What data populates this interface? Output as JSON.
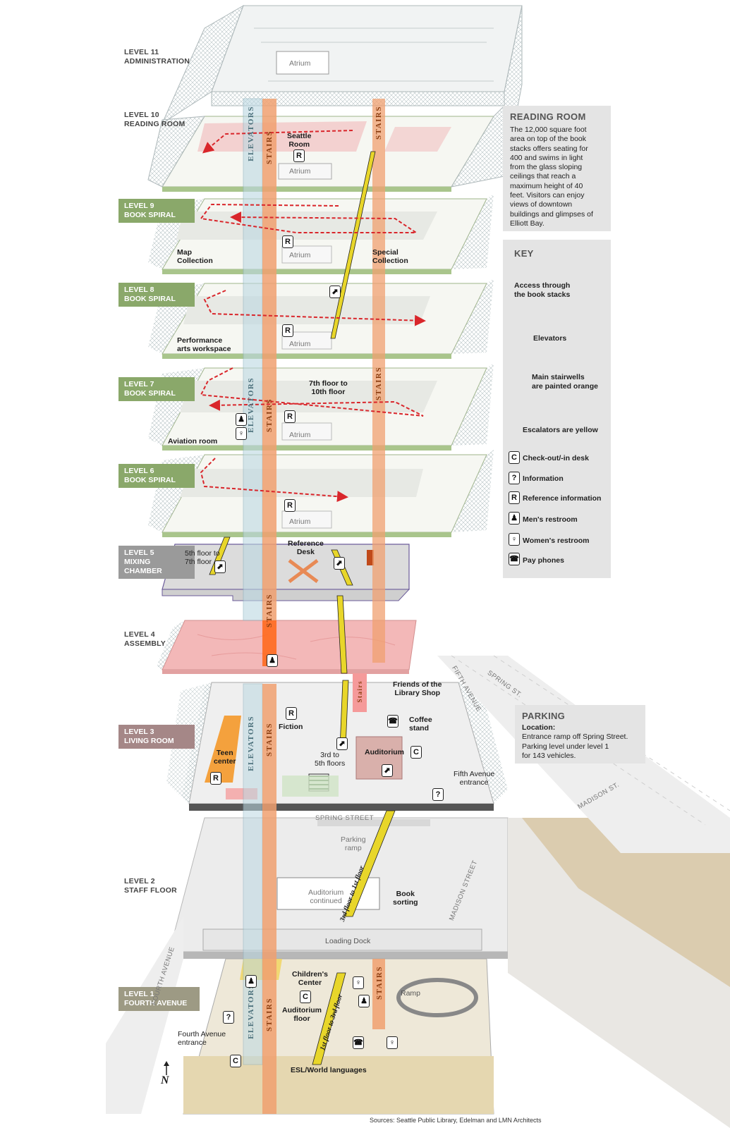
{
  "levels": [
    {
      "id": "l11",
      "line1": "LEVEL 11",
      "line2": "ADMINISTRATION",
      "style": "plain"
    },
    {
      "id": "l10",
      "line1": "LEVEL 10",
      "line2": "READING ROOM",
      "style": "plain"
    },
    {
      "id": "l9",
      "line1": "LEVEL 9",
      "line2": "BOOK SPIRAL",
      "style": "green"
    },
    {
      "id": "l8",
      "line1": "LEVEL 8",
      "line2": "BOOK SPIRAL",
      "style": "green"
    },
    {
      "id": "l7",
      "line1": "LEVEL 7",
      "line2": "BOOK SPIRAL",
      "style": "green"
    },
    {
      "id": "l6",
      "line1": "LEVEL 6",
      "line2": "BOOK SPIRAL",
      "style": "green"
    },
    {
      "id": "l5",
      "line1": "LEVEL 5",
      "line2": "MIXING",
      "line3": "CHAMBER",
      "style": "grey"
    },
    {
      "id": "l4",
      "line1": "LEVEL 4",
      "line2": "ASSEMBLY",
      "style": "plain"
    },
    {
      "id": "l3",
      "line1": "LEVEL 3",
      "line2": "LIVING ROOM",
      "style": "mauve"
    },
    {
      "id": "l2",
      "line1": "LEVEL 2",
      "line2": "STAFF FLOOR",
      "style": "plain"
    },
    {
      "id": "l1",
      "line1": "LEVEL 1",
      "line2": "FOURTH AVENUE",
      "style": "olive"
    }
  ],
  "reading_room_box": {
    "title": "READING ROOM",
    "body": "The 12,000 square foot area on top of the book stacks offers seating for 400 and swims in light from the glass sloping ceilings that reach a maximum height of 40 feet. Visitors can enjoy views of downtown buildings and glimpses of Elliott Bay.",
    "lines": [
      "The 12,000 square foot",
      "area on top of the book",
      "stacks offers seating for",
      "400 and swims in light",
      "from the glass sloping",
      "ceilings that reach a",
      "maximum height of 40",
      "feet. Visitors can enjoy",
      "views of downtown",
      "buildings and glimpses of",
      "Elliott Bay."
    ]
  },
  "key": {
    "title": "KEY",
    "items": [
      {
        "label": "Access through\nthe book stacks",
        "icon": "red-dashed-arrow"
      },
      {
        "label": "Elevators",
        "icon": "elevator-shaft"
      },
      {
        "label": "Main stairwells\nare painted orange",
        "icon": "orange-stairwell"
      },
      {
        "label": "Escalators are yellow",
        "icon": "escalator-icon"
      },
      {
        "label": "Check-out/-in desk",
        "glyph": "C"
      },
      {
        "label": "Information",
        "glyph": "?"
      },
      {
        "label": "Reference information",
        "glyph": "R"
      },
      {
        "label": "Men's restroom",
        "glyph": "♟"
      },
      {
        "label": "Women's restroom",
        "glyph": "♀"
      },
      {
        "label": "Pay phones",
        "glyph": "☎"
      }
    ]
  },
  "parking_box": {
    "title": "PARKING",
    "location_label": "Location:",
    "lines": [
      "Entrance ramp off Spring Street.",
      "Parking level under level 1",
      "for 143 vehicles."
    ]
  },
  "labels": {
    "atrium_l11": "Atrium",
    "seattle_room": "Seattle\nRoom",
    "atrium_l10": "Atrium",
    "map_collection": "Map\nCollection",
    "atrium_l9": "Atrium",
    "special_collection": "Special\nCollection",
    "performance": "Performance\narts workspace",
    "atrium_l8": "Atrium",
    "seventh_tenth": "7th floor to\n10th floor",
    "aviation": "Aviation room",
    "atrium_l7": "Atrium",
    "atrium_l6": "Atrium",
    "reference_desk": "Reference\nDesk",
    "fifth_seventh": "5th floor to\n7th floor",
    "friends_shop": "Friends of the\nLibrary Shop",
    "coffee": "Coffee\nstand",
    "fiction": "Fiction",
    "teen": "Teen\ncenter",
    "third_fifth": "3rd to\n5th floors",
    "auditorium": "Auditorium",
    "fifth_ave_entrance": "Fifth Avenue\nentrance",
    "parking_ramp": "Parking\nramp",
    "aud_continued": "Auditorium\ncontinued",
    "book_sorting": "Book\nsorting",
    "loading_dock": "Loading Dock",
    "third_first": "3rd floor to 1st floor",
    "childrens": "Children's\nCenter",
    "aud_floor": "Auditorium\nfloor",
    "fourth_ave_entrance": "Fourth Avenue\nentrance",
    "first_third": "1st floor to 3rd floor",
    "ramp": "Ramp",
    "esl": "ESL/World languages",
    "elevators": "ELEVATORS",
    "stairs": "STAIRS",
    "stairs_l10": "STAIRS",
    "stairs_l4": "Stairs"
  },
  "streets": {
    "spring_st": "SPRING ST.",
    "fifth_avenue": "FIFTH AVENUE",
    "madison_st": "MADISON ST.",
    "spring_street": "SPRING STREET",
    "madison_street": "MADISON STREET",
    "fourth_avenue": "FOURTH AVENUE"
  },
  "north_symbol": "N",
  "sources": "Sources: Seattle Public Library, Edelman and LMN Architects",
  "colors": {
    "stairs": "#f0a070",
    "escalator": "#e8d62a",
    "elevator": "#bcd8e2",
    "route": "#d9262b",
    "green_floor": "#8aa86a",
    "pink_floor": "#f2b7b7"
  }
}
